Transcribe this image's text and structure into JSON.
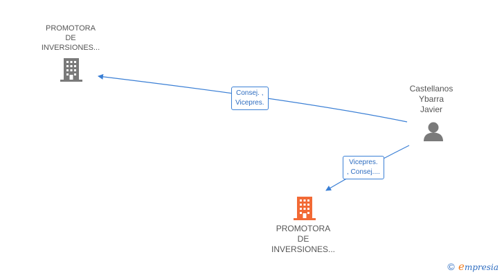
{
  "nodes": {
    "company_top": {
      "lines": [
        "PROMOTORA",
        "DE",
        "INVERSIONES..."
      ]
    },
    "person": {
      "lines": [
        "Castellanos",
        "Ybarra",
        "Javier"
      ]
    },
    "company_main": {
      "lines": [
        "PROMOTORA",
        "DE",
        "INVERSIONES..."
      ]
    }
  },
  "edges": {
    "person_to_company_top": {
      "lines": [
        "Consej. ,",
        "Vicepres."
      ]
    },
    "person_to_company_main": {
      "lines": [
        "Vicepres.",
        ", Consej...."
      ]
    }
  },
  "colors": {
    "edge": "#3a7fd5",
    "company_icon_default": "#7a7a7a",
    "company_icon_main": "#f26a35",
    "person_icon": "#7a7a7a"
  },
  "icons": {
    "company_top": "building-icon",
    "company_main": "building-icon",
    "person": "person-icon",
    "copyright": "copyright-icon"
  },
  "footer": {
    "copyright": "©",
    "brand_initial": "e",
    "brand_rest": "mpresia"
  }
}
